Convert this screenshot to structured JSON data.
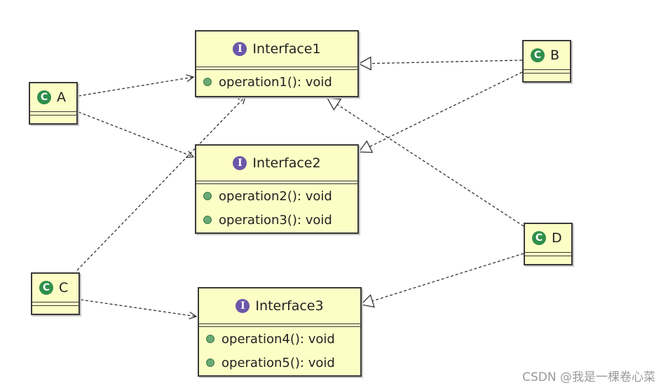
{
  "interfaces": [
    {
      "name": "Interface1",
      "icon": "interface-icon",
      "operations": [
        "operation1(): void"
      ]
    },
    {
      "name": "Interface2",
      "icon": "interface-icon",
      "operations": [
        "operation2(): void",
        "operation3(): void"
      ]
    },
    {
      "name": "Interface3",
      "icon": "interface-icon",
      "operations": [
        "operation4(): void",
        "operation5(): void"
      ]
    }
  ],
  "classes": [
    {
      "name": "A",
      "icon": "class-icon"
    },
    {
      "name": "B",
      "icon": "class-icon"
    },
    {
      "name": "C",
      "icon": "class-icon"
    },
    {
      "name": "D",
      "icon": "class-icon"
    }
  ],
  "icon_glyphs": {
    "interface": "I",
    "class": "C"
  },
  "colors": {
    "box_fill": "#fdfdc6",
    "interface_icon": "#6b56a8",
    "class_icon": "#2f8f4c",
    "method_dot": "#6aaa74"
  },
  "watermark": "CSDN @我是一棵卷心菜"
}
